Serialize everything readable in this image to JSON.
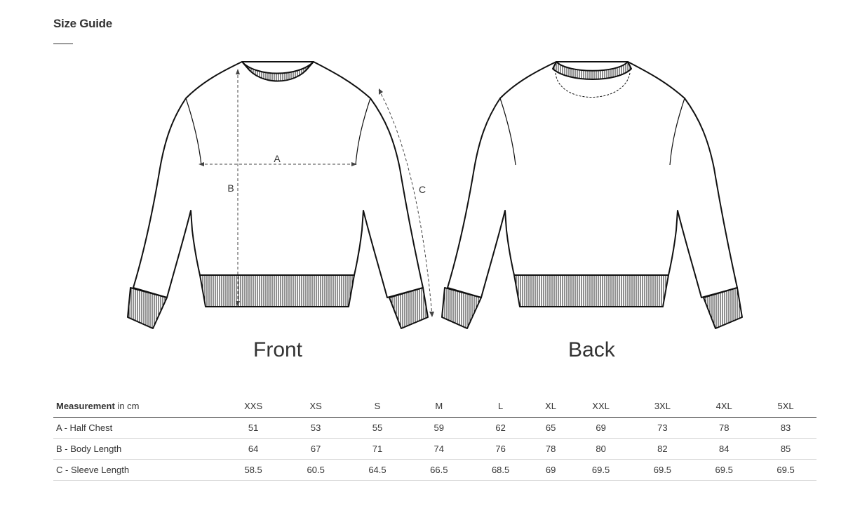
{
  "page": {
    "title": "Size Guide"
  },
  "garment": {
    "front_label": "Front",
    "back_label": "Back",
    "dimension_labels": {
      "a": "A",
      "b": "B",
      "c": "C"
    }
  },
  "table": {
    "header_bold": "Measurement",
    "header_unit": " in cm",
    "sizes": [
      "XXS",
      "XS",
      "S",
      "M",
      "L",
      "XL",
      "XXL",
      "3XL",
      "4XL",
      "5XL"
    ],
    "rows": [
      {
        "label": "A - Half Chest",
        "values": [
          "51",
          "53",
          "55",
          "59",
          "62",
          "65",
          "69",
          "73",
          "78",
          "83"
        ]
      },
      {
        "label": "B - Body Length",
        "values": [
          "64",
          "67",
          "71",
          "74",
          "76",
          "78",
          "80",
          "82",
          "84",
          "85"
        ]
      },
      {
        "label": "C - Sleeve Length",
        "values": [
          "58.5",
          "60.5",
          "64.5",
          "66.5",
          "68.5",
          "69",
          "69.5",
          "69.5",
          "69.5",
          "69.5"
        ]
      }
    ]
  }
}
